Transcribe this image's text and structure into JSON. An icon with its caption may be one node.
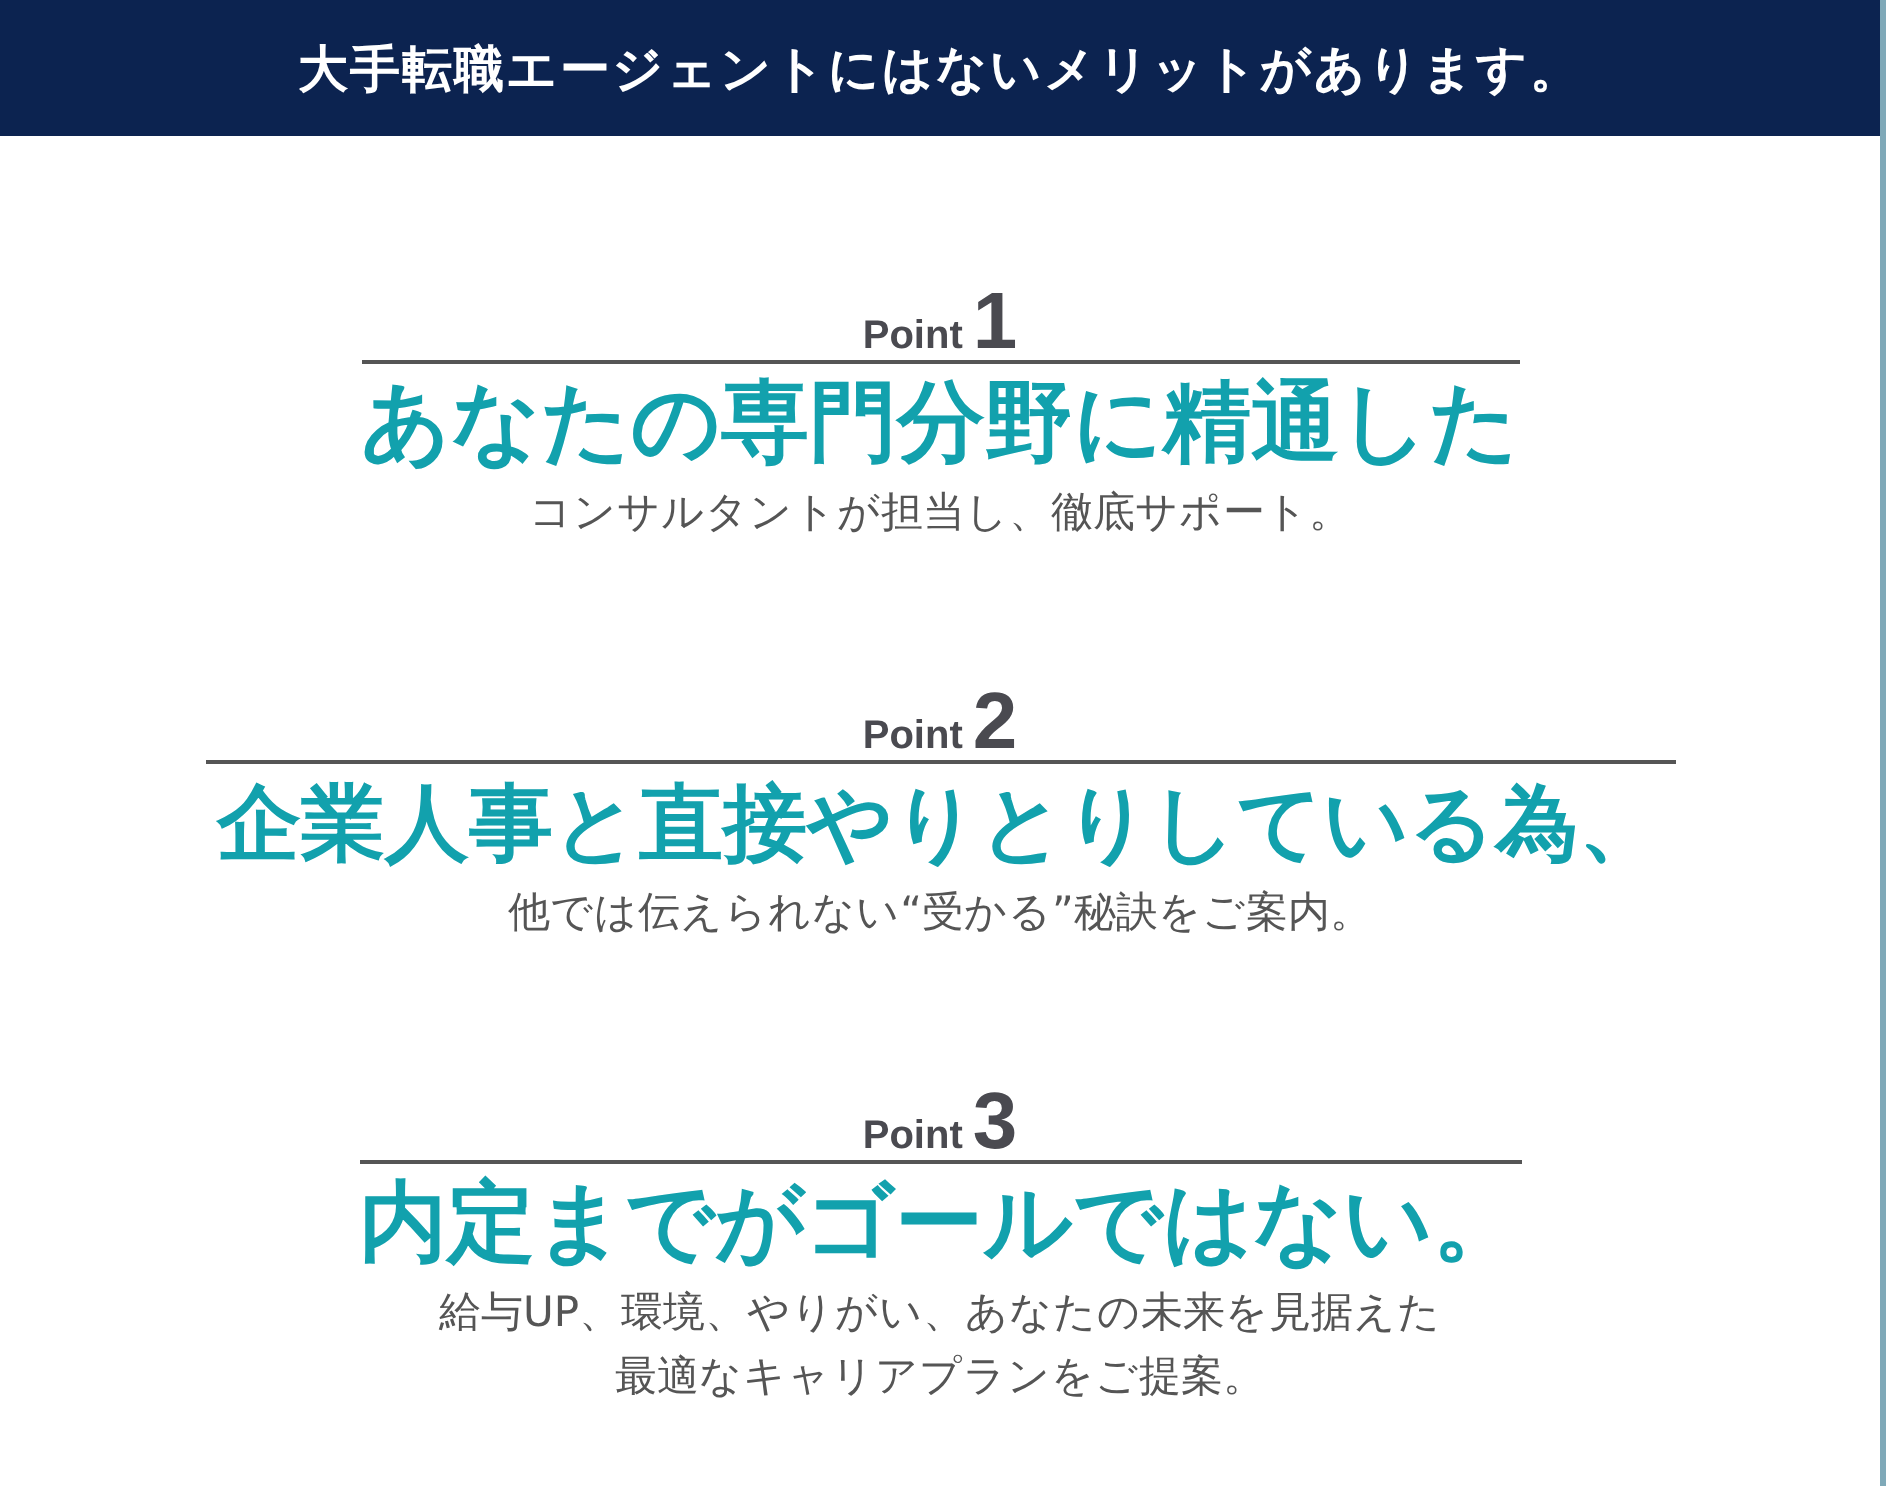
{
  "diagram": {
    "title": "大手転職エージェントにはないメリットがあります。",
    "labels": [
      "Point",
      "1",
      "あなたの専門分野に精通した",
      "コンサルタントが担当し、徹底サポート。",
      "Point",
      "2",
      "企業人事と直接やりとりしている為、",
      "他では伝えられない“受かる”秘訣をご案内。",
      "Point",
      "3",
      "内定までがゴールではない。",
      "給与UP、環境、やりがい、あなたの未来を見据えた最適なキャリアプランをご提案。"
    ]
  }
}
